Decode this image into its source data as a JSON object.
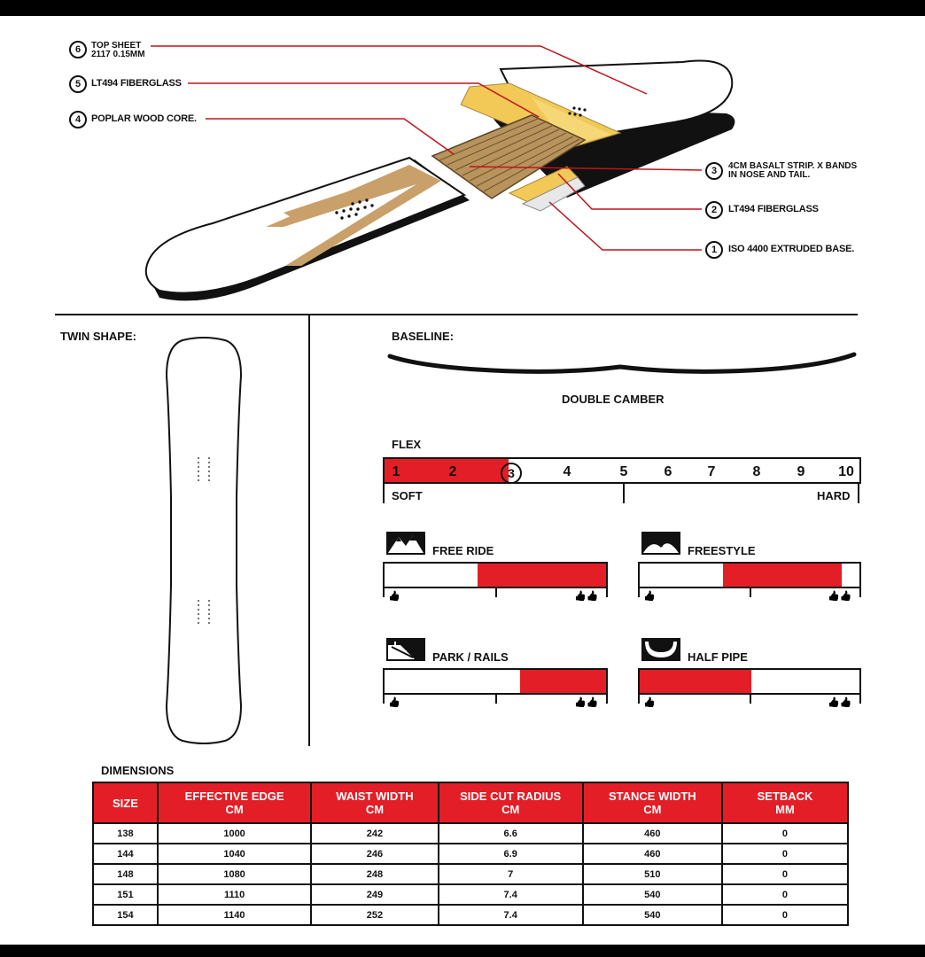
{
  "layers": [
    {
      "num": "6",
      "label": "TOP SHEET",
      "label2": "2117 0.15MM"
    },
    {
      "num": "5",
      "label": "LT494 FIBERGLASS"
    },
    {
      "num": "4",
      "label": "POPLAR WOOD CORE."
    },
    {
      "num": "3",
      "label": "4CM BASALT STRIP. X BANDS",
      "label2": "IN NOSE AND TAIL."
    },
    {
      "num": "2",
      "label": "LT494 FIBERGLASS"
    },
    {
      "num": "1",
      "label": "ISO 4400 EXTRUDED BASE."
    }
  ],
  "shape": {
    "title": "TWIN SHAPE:"
  },
  "baseline": {
    "title": "BASELINE:",
    "name": "DOUBLE CAMBER"
  },
  "flex": {
    "title": "FLEX",
    "values": [
      "1",
      "2",
      "3",
      "4",
      "5",
      "6",
      "7",
      "8",
      "9",
      "10"
    ],
    "selected": 3,
    "soft": "SOFT",
    "hard": "HARD"
  },
  "styles": [
    {
      "name": "FREE RIDE",
      "icon": "mountain-icon",
      "fill_start": 0.42,
      "fill_end": 1.0
    },
    {
      "name": "FREESTYLE",
      "icon": "freestyle-icon",
      "fill_start": 0.38,
      "fill_end": 0.92
    },
    {
      "name": "PARK / RAILS",
      "icon": "rail-icon",
      "fill_start": 0.61,
      "fill_end": 1.0
    },
    {
      "name": "HALF PIPE",
      "icon": "halfpipe-icon",
      "fill_start": 0.0,
      "fill_end": 0.51
    }
  ],
  "colors": {
    "accent": "#e41e26",
    "ink": "#111111",
    "wood": "#b8935c",
    "fiberglass": "#f2c956"
  },
  "dimensions": {
    "title": "DIMENSIONS",
    "headers": [
      {
        "l1": "SIZE",
        "l2": ""
      },
      {
        "l1": "EFFECTIVE EDGE",
        "l2": "CM"
      },
      {
        "l1": "WAIST WIDTH",
        "l2": "CM"
      },
      {
        "l1": "SIDE CUT RADIUS",
        "l2": "CM"
      },
      {
        "l1": "STANCE WIDTH",
        "l2": "CM"
      },
      {
        "l1": "SETBACK",
        "l2": "MM"
      }
    ],
    "rows": [
      [
        "138",
        "1000",
        "242",
        "6.6",
        "460",
        "0"
      ],
      [
        "144",
        "1040",
        "246",
        "6.9",
        "460",
        "0"
      ],
      [
        "148",
        "1080",
        "248",
        "7",
        "510",
        "0"
      ],
      [
        "151",
        "1110",
        "249",
        "7.4",
        "540",
        "0"
      ],
      [
        "154",
        "1140",
        "252",
        "7.4",
        "540",
        "0"
      ]
    ]
  }
}
